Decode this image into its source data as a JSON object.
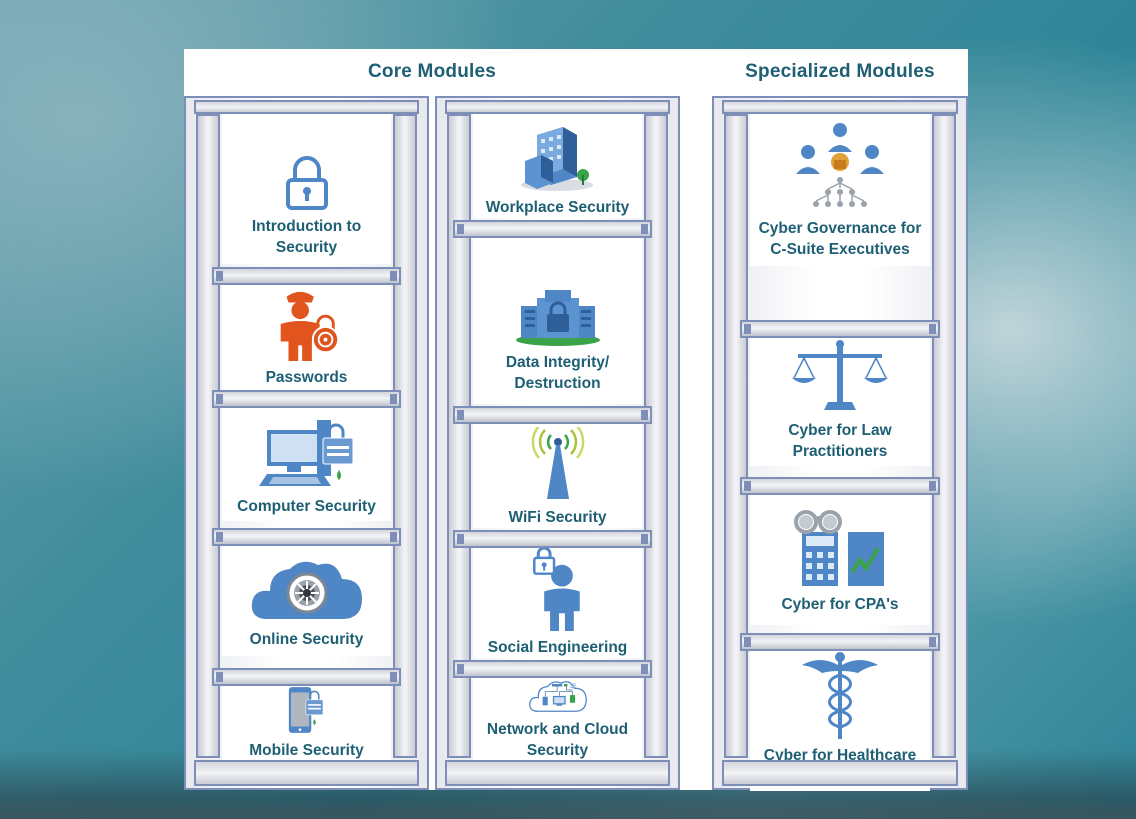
{
  "sections": {
    "core": "Core Modules",
    "specialized": "Specialized Modules"
  },
  "core_left": [
    {
      "label": "Introduction to\nSecurity",
      "icon": "padlock-icon"
    },
    {
      "label": "Passwords",
      "icon": "guard-with-lock-icon"
    },
    {
      "label": "Computer Security",
      "icon": "computer-lock-icon"
    },
    {
      "label": "Online Security",
      "icon": "cloud-vault-icon"
    },
    {
      "label": "Mobile Security",
      "icon": "phone-lock-icon"
    }
  ],
  "core_right": [
    {
      "label": "Workplace Security",
      "icon": "office-building-icon"
    },
    {
      "label": "Data Integrity/\nDestruction",
      "icon": "data-center-icon"
    },
    {
      "label": "WiFi Security",
      "icon": "wifi-tower-icon"
    },
    {
      "label": "Social Engineering",
      "icon": "person-lock-icon"
    },
    {
      "label": "Network and Cloud\nSecurity",
      "icon": "network-cloud-icon"
    }
  ],
  "specialized": [
    {
      "label": "Cyber Governance for\nC-Suite Executives",
      "icon": "org-chart-icon"
    },
    {
      "label": "Cyber for Law\nPractitioners",
      "icon": "scales-icon"
    },
    {
      "label": "Cyber for CPA's",
      "icon": "calculator-glasses-icon"
    },
    {
      "label": "Cyber for Healthcare\nProfessionals",
      "icon": "caduceus-icon"
    }
  ],
  "colors": {
    "title": "#1e5f74",
    "icon_blue": "#4f86c6",
    "icon_orange": "#e1541d",
    "icon_green": "#3aa349",
    "frame": "#7d8fb8"
  }
}
